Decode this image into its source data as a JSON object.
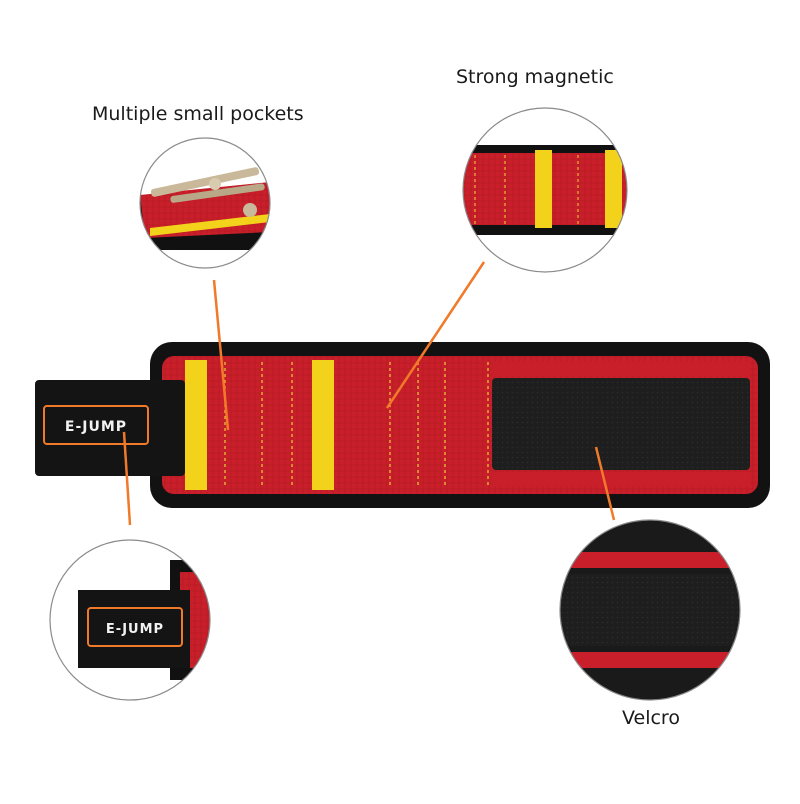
{
  "labels": {
    "pockets": "Multiple small pockets",
    "magnetic": "Strong magnetic",
    "velcro": "Velcro"
  },
  "brand": {
    "logo_text": "E-JUMP"
  },
  "colors": {
    "fabric_red": "#c81f2a",
    "binding_black": "#121212",
    "stripe_yellow": "#f2d21b",
    "stitch_yellow": "#e8b43a",
    "logo_orange": "#f07a2a",
    "callout_line": "#f07a2a",
    "velcro_black": "#1c1c1c"
  }
}
